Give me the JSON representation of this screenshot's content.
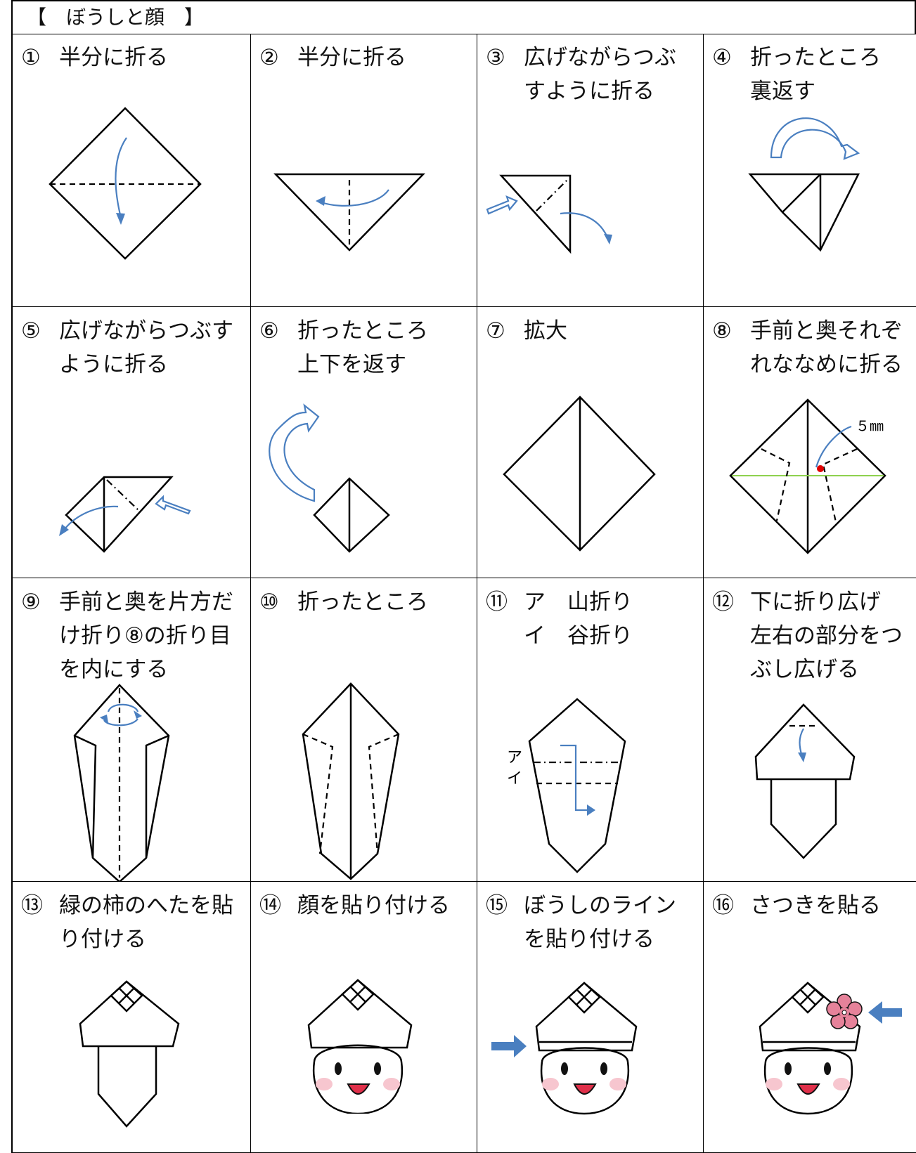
{
  "title": "【　ぼうしと顔　】",
  "steps": [
    {
      "num": "①",
      "text": "半分に折る"
    },
    {
      "num": "②",
      "text": "半分に折る"
    },
    {
      "num": "③",
      "text": "広げながらつぶ\nすように折る"
    },
    {
      "num": "④",
      "text": "折ったところ\n裏返す"
    },
    {
      "num": "⑤",
      "text": "広げながらつぶす\nように折る"
    },
    {
      "num": "⑥",
      "text": "折ったところ\n上下を返す"
    },
    {
      "num": "⑦",
      "text": "拡大"
    },
    {
      "num": "⑧",
      "text": "手前と奥それぞ\nれななめに折る"
    },
    {
      "num": "⑨",
      "text": "手前と奥を片方だ\nけ折り⑧の折り目\nを内にする"
    },
    {
      "num": "⑩",
      "text": "折ったところ"
    },
    {
      "num": "⑪",
      "text": "ア　山折り\nイ　谷折り"
    },
    {
      "num": "⑫",
      "text": "下に折り広げ\n左右の部分をつ\nぶし広げる"
    },
    {
      "num": "⑬",
      "text": "緑の柿のへたを貼\nり付ける"
    },
    {
      "num": "⑭",
      "text": "顔を貼り付ける"
    },
    {
      "num": "⑮",
      "text": "ぼうしのライン\nを貼り付ける"
    },
    {
      "num": "⑯",
      "text": "さつきを貼る"
    }
  ],
  "labels": {
    "five_mm": "５㎜",
    "mountain": "ア",
    "valley": "イ"
  },
  "colors": {
    "arrow": "#4a7fc0",
    "guide_line": "#8fd14f",
    "marker": "#e00000",
    "blush": "#f7c6cf",
    "mouth": "#e0304a",
    "flower": "#e6829a"
  }
}
